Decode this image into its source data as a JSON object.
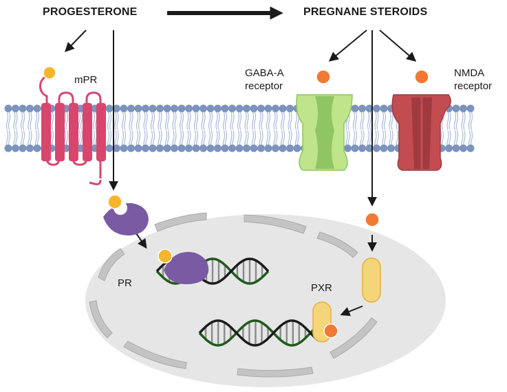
{
  "labels": {
    "progesterone": "PROGESTERONE",
    "pregnane_steroids": "PREGNANE STEROIDS",
    "mpr": "mPR",
    "gaba_line1": "GABA-A",
    "gaba_line2": "receptor",
    "nmda_line1": "NMDA",
    "nmda_line2": "receptor",
    "pr": "PR",
    "pxr": "PXR"
  },
  "colors": {
    "membrane_head": "#7b93bd",
    "membrane_tail": "#a9bbdb",
    "mpr": "#d8466e",
    "gaba_light": "#bfe48a",
    "gaba_dark": "#8fc562",
    "nmda": "#c24c50",
    "nmda_dark": "#9f3a40",
    "pr_receptor": "#7a5aa3",
    "pxr_receptor": "#f5d57a",
    "progesterone_ligand": "#f6b62c",
    "pregnane_ligand": "#f07a35",
    "nucleus_fill": "#e6e6e6",
    "nuclear_envelope": "#c4c4c4",
    "dna_dark": "#1c1c1c",
    "dna_green": "#1f5a1c"
  }
}
